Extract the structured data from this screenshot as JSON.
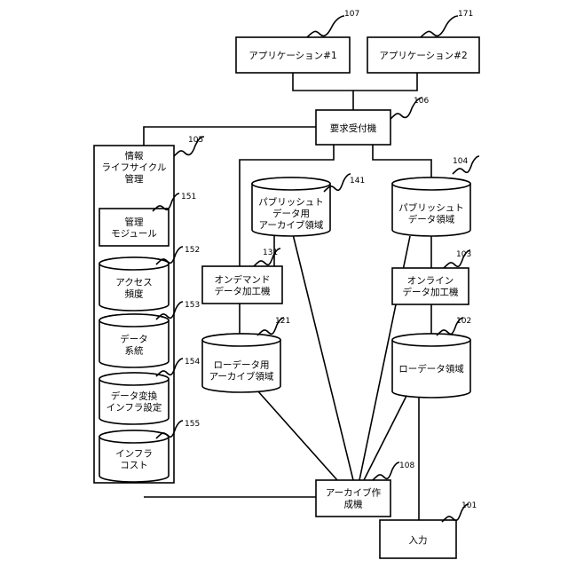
{
  "nodes": {
    "app1": {
      "label": [
        "アプリケーション#1"
      ],
      "ref": "107"
    },
    "app2": {
      "label": [
        "アプリケーション#2"
      ],
      "ref": "171"
    },
    "request": {
      "label": [
        "要求受付機"
      ],
      "ref": "106"
    },
    "info_mgmt": {
      "label": [
        "情報",
        "ライフサイクル",
        "管理"
      ],
      "ref": "105"
    },
    "mgmt_module": {
      "label": [
        "管理",
        "モジュール"
      ],
      "ref": "151"
    },
    "access_freq": {
      "label": [
        "アクセス",
        "頻度"
      ],
      "ref": "152"
    },
    "data_system": {
      "label": [
        "データ",
        "系統"
      ],
      "ref": "153"
    },
    "infra_setting": {
      "label": [
        "データ変換",
        "インフラ設定"
      ],
      "ref": "154"
    },
    "infra_cost": {
      "label": [
        "インフラ",
        "コスト"
      ],
      "ref": "155"
    },
    "public_archive": {
      "label": [
        "パブリッシュト",
        "データ用",
        "アーカイブ領域"
      ],
      "ref": "141"
    },
    "public_data": {
      "label": [
        "パブリッシュト",
        "データ領域"
      ],
      "ref": "104"
    },
    "ondemand": {
      "label": [
        "オンデマンド",
        "データ加工機"
      ],
      "ref": "131"
    },
    "online": {
      "label": [
        "オンライン",
        "データ加工機"
      ],
      "ref": "103"
    },
    "raw_archive": {
      "label": [
        "ローデータ用",
        "アーカイブ領域"
      ],
      "ref": "121"
    },
    "raw_data": {
      "label": [
        "ローデータ領域"
      ],
      "ref": "102"
    },
    "archive_maker": {
      "label": [
        "アーカイブ作",
        "成機"
      ],
      "ref": "108"
    },
    "input": {
      "label": [
        "入力"
      ],
      "ref": "101"
    }
  }
}
